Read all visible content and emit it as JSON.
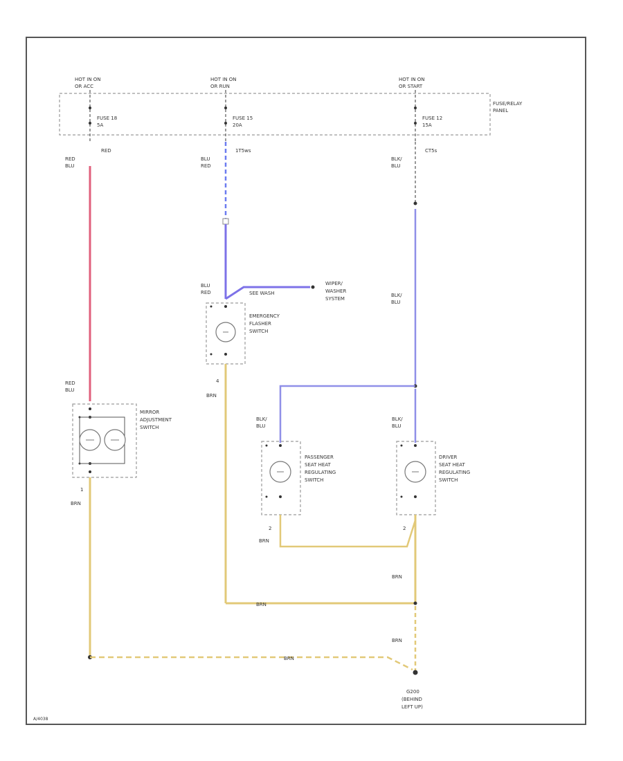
{
  "labels": {
    "hot1_a": "HOT IN ON",
    "hot1_b": "OR ACC",
    "hot2_a": "HOT IN ON",
    "hot2_b": "OR RUN",
    "hot3_a": "HOT IN ON",
    "hot3_b": "OR START",
    "fuse_panel_a": "FUSE/RELAY",
    "fuse_panel_b": "PANEL",
    "fuse18_a": "FUSE 18",
    "fuse18_b": "5A",
    "fuse15_a": "FUSE 15",
    "fuse15_b": "20A",
    "fuse12_a": "FUSE 12",
    "fuse12_b": "15A",
    "w1_size": "RED",
    "w1_a": "RED",
    "w1_b": "BLU",
    "w2_size": "1T5ws",
    "w2_a": "BLU",
    "w2_b": "RED",
    "w3_size": "CT5s",
    "w3_a": "BLK/",
    "w3_b": "BLU",
    "w2c_a": "BLU",
    "w2c_b": "RED",
    "wiper_conn": "SEE WASH",
    "wiper_a": "WIPER/",
    "wiper_b": "WASHER",
    "wiper_c": "SYSTEM",
    "w3c_a": "BLK/",
    "w3c_b": "BLU",
    "emerg_a": "EMERGENCY",
    "emerg_b": "FLASHER",
    "emerg_c": "SWITCH",
    "w4_pin": "4",
    "w4_color": "BRN",
    "mirror_in_a": "RED",
    "mirror_in_b": "BLU",
    "mirror_a": "MIRROR",
    "mirror_b": "ADJUSTMENT",
    "mirror_c": "SWITCH",
    "mirror_pin": "1",
    "mirror_out": "BRN",
    "pass_in_a": "BLK/",
    "pass_in_b": "BLU",
    "pass_a": "PASSENGER",
    "pass_b": "SEAT HEAT",
    "pass_c": "REGULATING",
    "pass_d": "SWITCH",
    "pass_pin": "2",
    "pass_out": "BRN",
    "drv_in_a": "BLK/",
    "drv_in_b": "BLU",
    "drv_a": "DRIVER",
    "drv_b": "SEAT HEAT",
    "drv_c": "REGULATING",
    "drv_d": "SWITCH",
    "drv_pin": "2",
    "brn_right1": "BRN",
    "brn_mid": "BRN",
    "brn_right2": "BRN",
    "brn_bottom": "BRN",
    "ground_a": "G200",
    "ground_b": "(BEHIND",
    "ground_c": "LEFT UP)",
    "corner_code": "A/4038"
  },
  "colors": {
    "red_blu": "#e0607c",
    "blu_red": "#7d72e8",
    "blu_red_dash": "#6c7cf0",
    "blk_blu": "#8f8fe8",
    "brn": "#e2c978",
    "frame": "#555555"
  }
}
